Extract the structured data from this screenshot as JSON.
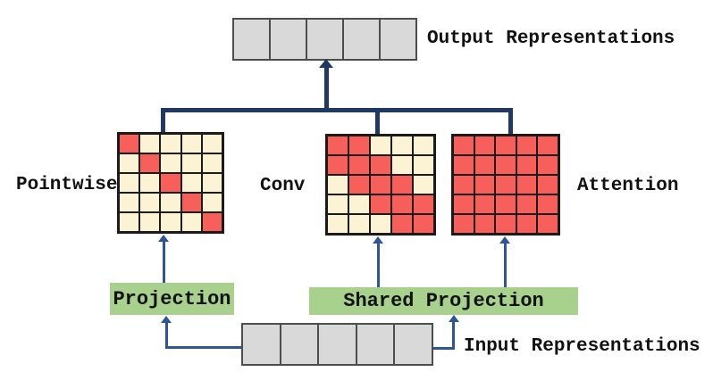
{
  "diagram": {
    "output": {
      "label": "Output Representations",
      "cells": 5
    },
    "input": {
      "label": "Input Representations",
      "cells": 5
    },
    "projection": {
      "label": "Projection"
    },
    "shared_projection": {
      "label": "Shared Projection"
    }
  },
  "matrices": {
    "pointwise": {
      "label": "Pointwise",
      "size": 5,
      "pattern": [
        [
          1,
          0,
          0,
          0,
          0
        ],
        [
          0,
          1,
          0,
          0,
          0
        ],
        [
          0,
          0,
          1,
          0,
          0
        ],
        [
          0,
          0,
          0,
          1,
          0
        ],
        [
          0,
          0,
          0,
          0,
          1
        ]
      ]
    },
    "conv": {
      "label": "Conv",
      "size": 5,
      "pattern": [
        [
          1,
          1,
          0,
          0,
          0
        ],
        [
          1,
          1,
          1,
          0,
          0
        ],
        [
          0,
          1,
          1,
          1,
          0
        ],
        [
          0,
          0,
          1,
          1,
          1
        ],
        [
          0,
          0,
          0,
          1,
          1
        ]
      ]
    },
    "attention": {
      "label": "Attention",
      "size": 5,
      "pattern": [
        [
          1,
          1,
          1,
          1,
          1
        ],
        [
          1,
          1,
          1,
          1,
          1
        ],
        [
          1,
          1,
          1,
          1,
          1
        ],
        [
          1,
          1,
          1,
          1,
          1
        ],
        [
          1,
          1,
          1,
          1,
          1
        ]
      ]
    }
  },
  "colors": {
    "red": "#F7605A",
    "cream": "#FCF3D4",
    "green": "#A9D18E",
    "gray": "#D9D9D9",
    "navy": "#1F3864",
    "conn": "#2E5596"
  }
}
